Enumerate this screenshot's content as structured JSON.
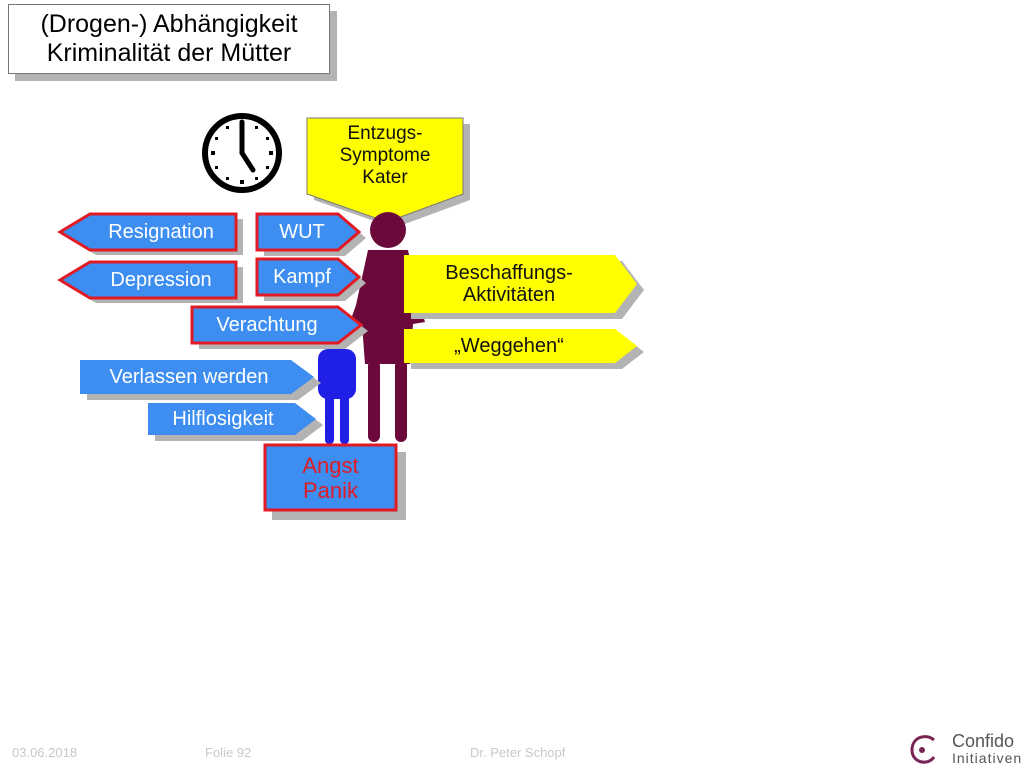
{
  "title": {
    "line1": "(Drogen-) Abhängigkeit",
    "line2": "Kriminalität der Mütter"
  },
  "callout": {
    "line1": "Entzugs-",
    "line2": "Symptome",
    "line3": "Kater"
  },
  "left_tags": {
    "resignation": "Resignation",
    "depression": "Depression",
    "wut": "WUT",
    "kampf": "Kampf",
    "verachtung": "Verachtung",
    "verlassen": "Verlassen werden",
    "hilflosigkeit": "Hilflosigkeit"
  },
  "right_tags": {
    "beschaffung_line1": "Beschaffungs-",
    "beschaffung_line2": "Aktivitäten",
    "weggehen": "„Weggehen“"
  },
  "angst_box": {
    "line1": "Angst",
    "line2": "Panik"
  },
  "footer": {
    "date": "03.06.2018",
    "slide": "Folie 92",
    "author": "Dr. Peter Schopf",
    "logo_line1": "Confido",
    "logo_line2": "Initiativen"
  },
  "colors": {
    "blue_tag": "#3d8ef0",
    "red_border": "#e01b24",
    "yellow": "#ffff00",
    "mother": "#6b0a3a",
    "child": "#1f1fe6",
    "shadow": "#b3b3b3",
    "logo": "#7a2454"
  },
  "icons": {
    "clock": "clock-icon",
    "mother": "mother-figure-icon",
    "child": "child-figure-icon",
    "logo": "confido-logo-icon"
  }
}
